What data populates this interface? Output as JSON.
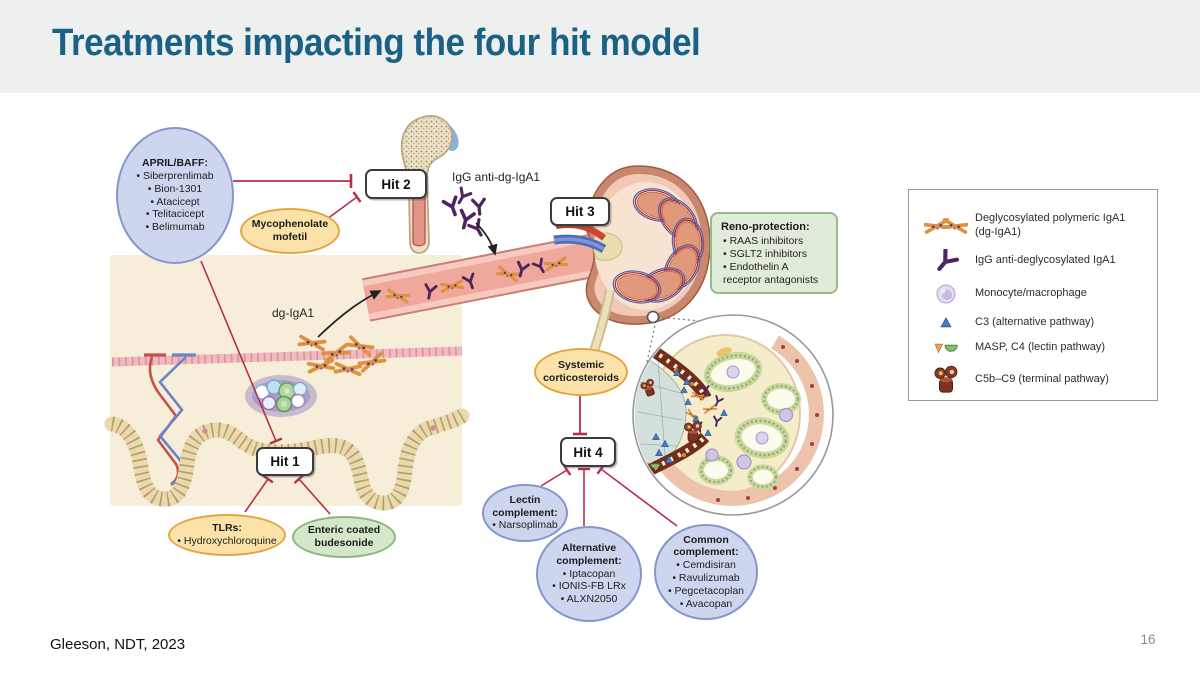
{
  "slide": {
    "title": "Treatments impacting the four hit model",
    "citation": "Gleeson, NDT, 2023",
    "page_number": "16",
    "title_color": "#1a6285"
  },
  "diagram": {
    "inhibition_line_color": "#b82d49",
    "april_baff": {
      "title": "APRIL/BAFF:",
      "items": [
        "• Siberprenlimab",
        "• Bion-1301",
        "• Atacicept",
        "• Telitacicept",
        "• Belimumab"
      ]
    },
    "mycophenolate": {
      "label": "Mycophenolate mofetil"
    },
    "hit_1": "Hit 1",
    "hit_2": "Hit 2",
    "hit_3": "Hit 3",
    "hit_4": "Hit 4",
    "igg_label": "IgG anti-dg-IgA1",
    "dg_iga1_label": "dg-IgA1",
    "reno_protection": {
      "title": "Reno-protection:",
      "items": [
        "• RAAS inhibitors",
        "• SGLT2 inhibitors",
        "• Endothelin A receptor antagonists"
      ]
    },
    "systemic_corticosteroids": "Systemic corticosteroids",
    "tlrs": {
      "title": "TLRs:",
      "items": [
        "• Hydroxychloroquine"
      ]
    },
    "enteric_budesonide": "Enteric coated budesonide",
    "lectin_complement": {
      "title": "Lectin complement:",
      "items": [
        "• Narsoplimab"
      ]
    },
    "alternative_complement": {
      "title": "Alternative complement:",
      "items": [
        "• Iptacopan",
        "• IONIS-FB LRx",
        "• ALXN2050"
      ]
    },
    "common_complement": {
      "title": "Common complement:",
      "items": [
        "• Cemdisiran",
        "• Ravulizumab",
        "• Pegcetacoplan",
        "• Avacopan"
      ]
    }
  },
  "legend": {
    "items": [
      {
        "icon": "iga1-polymer-icon",
        "label": "Deglycosylated polymeric IgA1\n(dg-IgA1)"
      },
      {
        "icon": "igg-antibody-icon",
        "label": "IgG anti-deglycosylated IgA1"
      },
      {
        "icon": "monocyte-icon",
        "label": "Monocyte/macrophage"
      },
      {
        "icon": "c3-triangle-icon",
        "label": "C3 (alternative pathway)"
      },
      {
        "icon": "masp-c4-icon",
        "label": "MASP, C4 (lectin pathway)"
      },
      {
        "icon": "c5b-c9-icon",
        "label": "C5b–C9 (terminal pathway)"
      }
    ]
  }
}
